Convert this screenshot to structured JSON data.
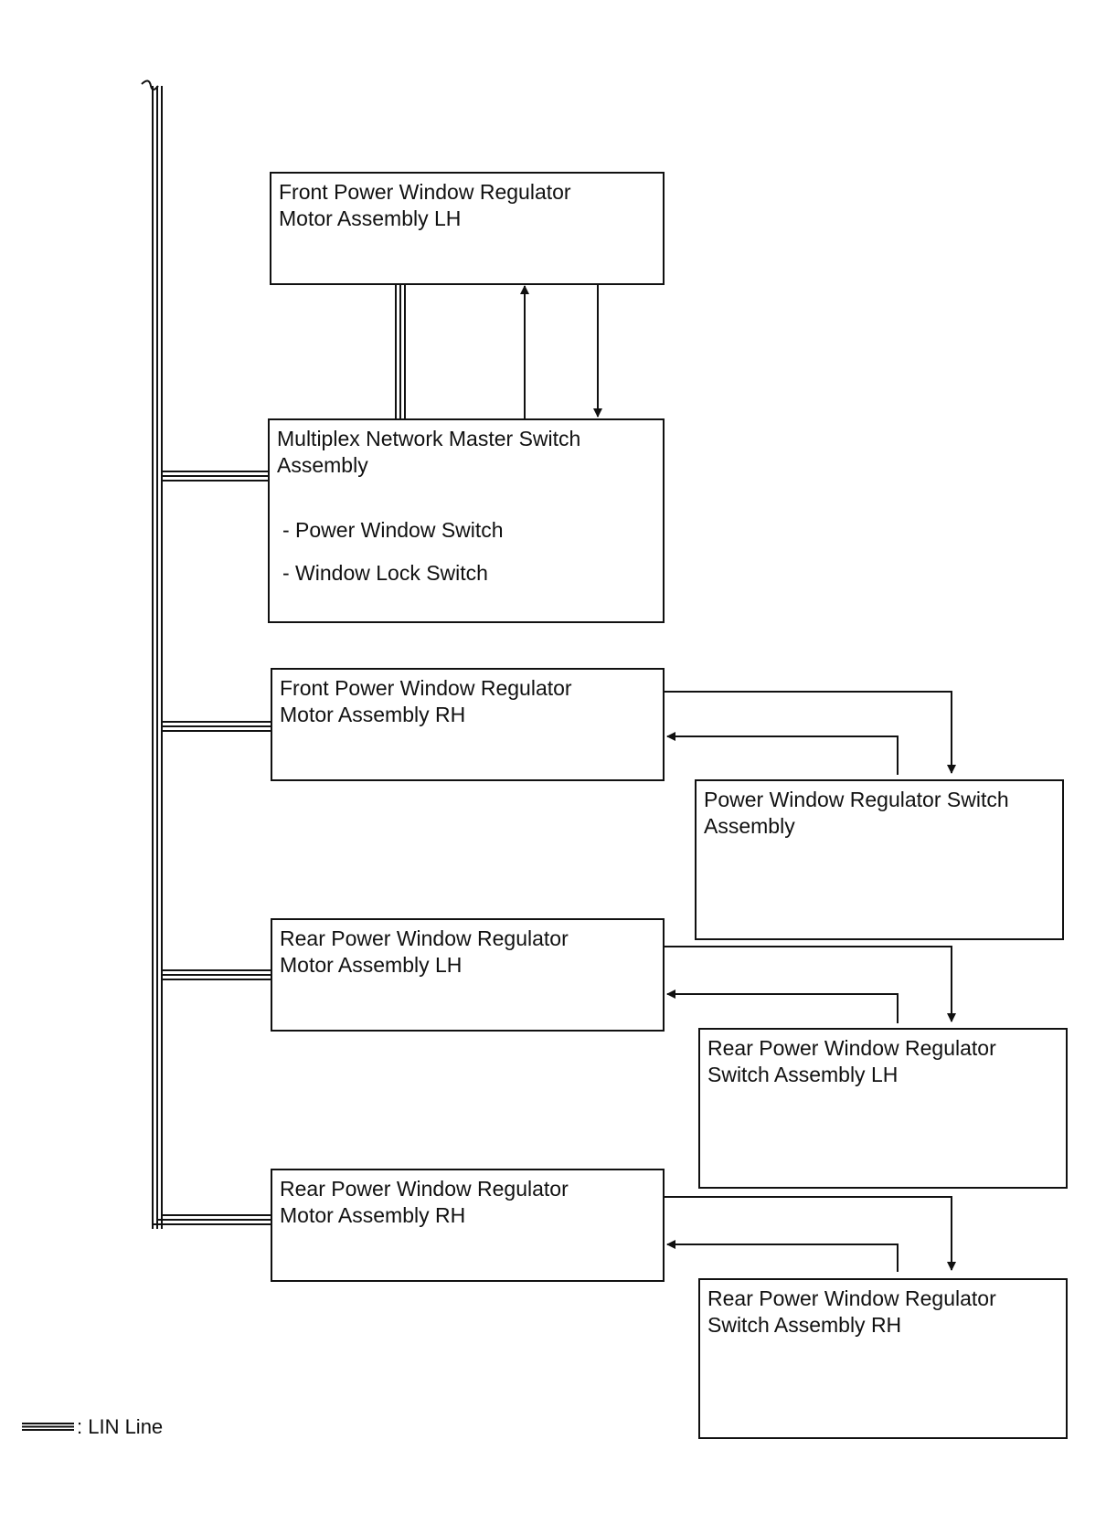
{
  "diagram": {
    "boxes": {
      "front_lh_motor": {
        "title": "Front Power Window Regulator\nMotor Assembly LH"
      },
      "master_switch": {
        "title": "Multiplex Network Master Switch\nAssembly",
        "items": [
          "- Power Window Switch",
          "- Window Lock Switch"
        ]
      },
      "front_rh_motor": {
        "title": "Front Power Window Regulator\nMotor Assembly RH"
      },
      "pw_switch": {
        "title": "Power Window Regulator Switch\nAssembly"
      },
      "rear_lh_motor": {
        "title": "Rear Power Window Regulator\nMotor Assembly LH"
      },
      "rear_lh_switch": {
        "title": "Rear Power Window Regulator\nSwitch Assembly LH"
      },
      "rear_rh_motor": {
        "title": "Rear Power Window Regulator\nMotor Assembly RH"
      },
      "rear_rh_switch": {
        "title": "Rear Power Window Regulator\nSwitch Assembly RH"
      }
    },
    "legend": {
      "label": ": LIN Line"
    }
  }
}
